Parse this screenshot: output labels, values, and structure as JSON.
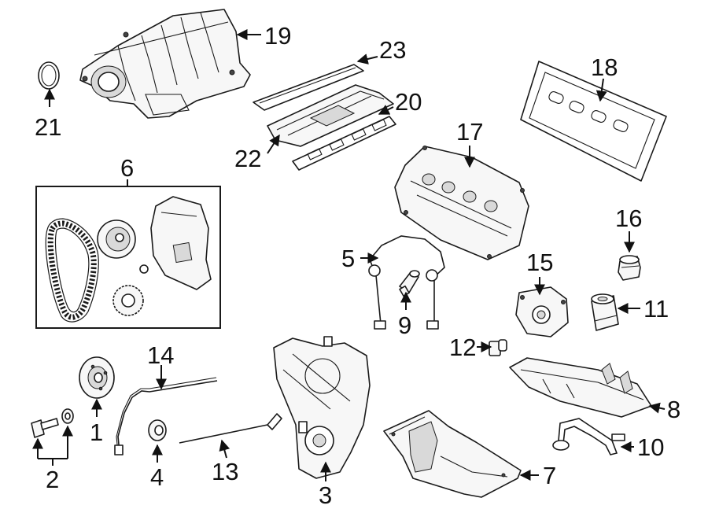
{
  "callouts": {
    "c1": "1",
    "c2": "2",
    "c3": "3",
    "c4": "4",
    "c5": "5",
    "c6": "6",
    "c7": "7",
    "c8": "8",
    "c9": "9",
    "c10": "10",
    "c11": "11",
    "c12": "12",
    "c13": "13",
    "c14": "14",
    "c15": "15",
    "c16": "16",
    "c17": "17",
    "c18": "18",
    "c19": "19",
    "c20": "20",
    "c21": "21",
    "c22": "22",
    "c23": "23"
  },
  "colors": {
    "line": "#1a1a1a",
    "background": "#ffffff"
  }
}
